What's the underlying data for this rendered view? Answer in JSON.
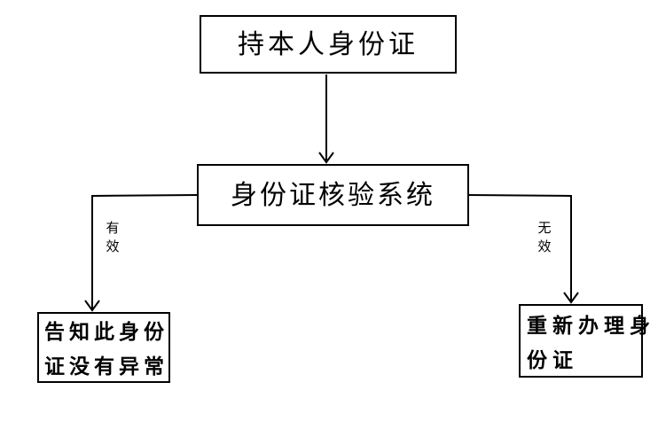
{
  "flowchart": {
    "background_color": "#ffffff",
    "line_color": "#000000",
    "text_color": "#000000",
    "nodes": [
      {
        "id": "hold-own-id-card",
        "lines": [
          "持本人身份证"
        ]
      },
      {
        "id": "id-verification-system",
        "lines": [
          "身份证核验系统"
        ]
      },
      {
        "id": "inform-no-anomaly",
        "lines": [
          "告知此身份",
          "证没有异常"
        ]
      },
      {
        "id": "reapply-id-card",
        "lines": [
          "重新办理身",
          "份证"
        ]
      }
    ],
    "branch_labels": [
      {
        "id": "valid",
        "chars": [
          "有",
          "效"
        ]
      },
      {
        "id": "invalid",
        "chars": [
          "无",
          "效"
        ]
      }
    ]
  }
}
